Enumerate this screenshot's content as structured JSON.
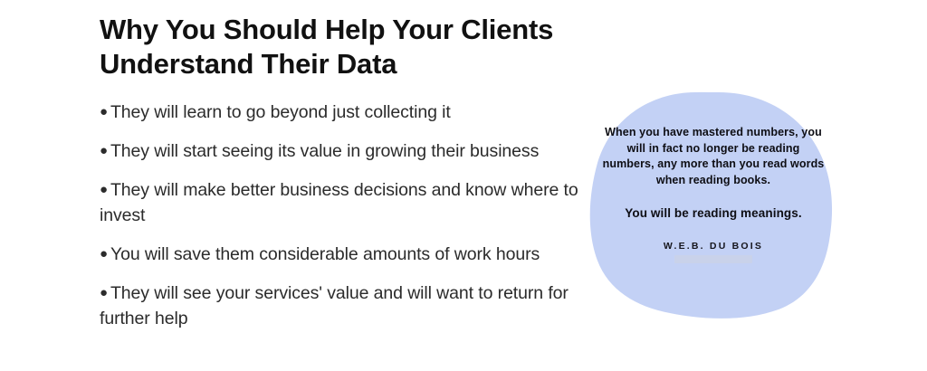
{
  "slide": {
    "background_color": "#ffffff",
    "title": "Why You Should Help Your Clients Understand Their Data",
    "bullets": [
      {
        "marker": "●",
        "text": "They will learn to go beyond just collecting it"
      },
      {
        "marker": "●",
        "text": "They will start seeing its value in growing their business"
      },
      {
        "marker": "●",
        "text": "They will make better business decisions and know where to invest"
      },
      {
        "marker": "●",
        "text": "You will save them considerable amounts of work hours"
      },
      {
        "marker": "●",
        "text": "They will see your services' value and will want to return for further help"
      }
    ]
  },
  "quote_card": {
    "blob_color": "#c3d1f5",
    "quote": "When you have mastered numbers, you will in fact no longer be reading numbers, any more than you read words when reading books.",
    "emphasis": "You will be reading meanings.",
    "attribution": "W.E.B. DU BOIS",
    "underline_color": "#c9d2ea"
  }
}
